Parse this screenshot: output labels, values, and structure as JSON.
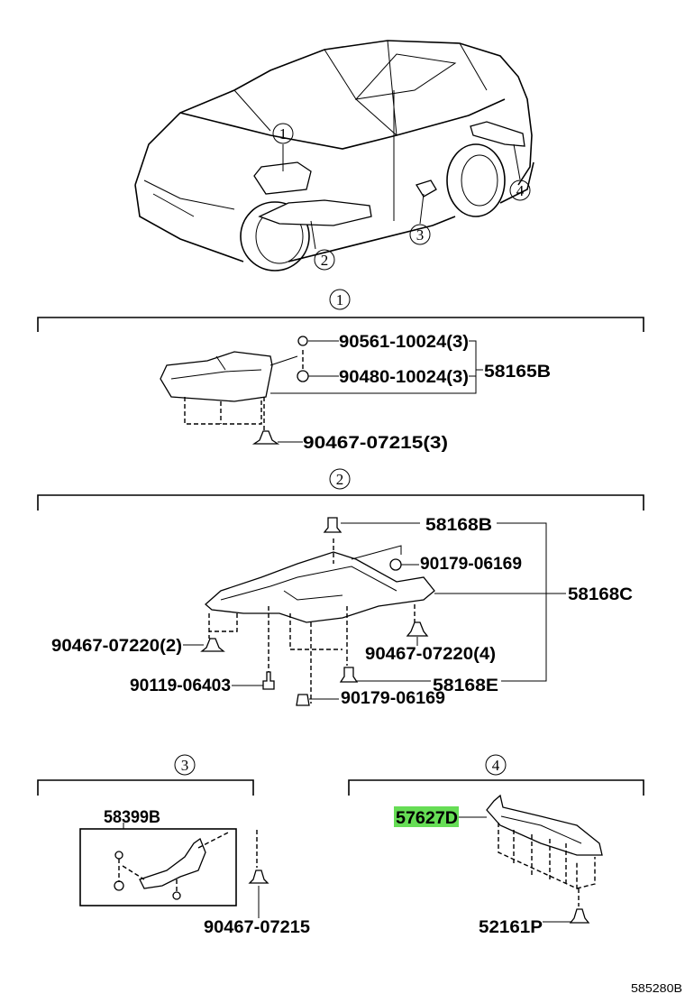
{
  "callouts": [
    "1",
    "2",
    "3",
    "4"
  ],
  "sections": {
    "s1": {
      "number": "1",
      "labels": {
        "nut_upper": "90561-10024(3)",
        "nut_lower": "90480-10024(3)",
        "assembly": "58165B",
        "clip": "90467-07215(3)"
      }
    },
    "s2": {
      "number": "2",
      "labels": {
        "top_clip": "58168B",
        "nut_right": "90179-06169",
        "assembly": "58168C",
        "clip_left": "90467-07220(2)",
        "clip_right": "90467-07220(4)",
        "bolt": "90119-06403",
        "bottom_clip": "58168E",
        "nut_bottom": "90179-06169"
      }
    },
    "s3": {
      "number": "3",
      "labels": {
        "assembly": "58399B",
        "clip": "90467-07215"
      }
    },
    "s4": {
      "number": "4",
      "labels": {
        "cover": "57627D",
        "clip": "52161P"
      },
      "highlight_color": "#66dd55"
    }
  },
  "footer": {
    "diagram_id": "585280B"
  }
}
